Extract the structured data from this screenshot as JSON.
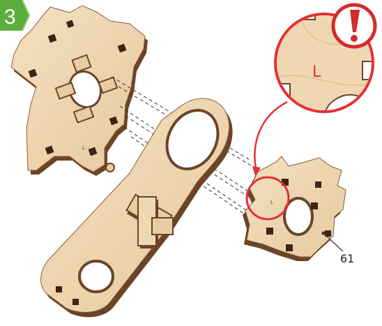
{
  "step": {
    "number": "3",
    "badge_color": "#5cae3c"
  },
  "callout": {
    "mark": "L",
    "mark_color": "#e53030",
    "warning_symbol": "!",
    "warning_color": "#d42b2b",
    "circle_color": "#e53030"
  },
  "parts": {
    "round_part": {
      "number": "61",
      "mark": "L"
    },
    "large_plate": {
      "mark": "L"
    }
  },
  "colors": {
    "wood_face": "#efd7b4",
    "wood_edge": "#6b4428",
    "wood_dark": "#3e2414",
    "hole": "#ffffff"
  }
}
